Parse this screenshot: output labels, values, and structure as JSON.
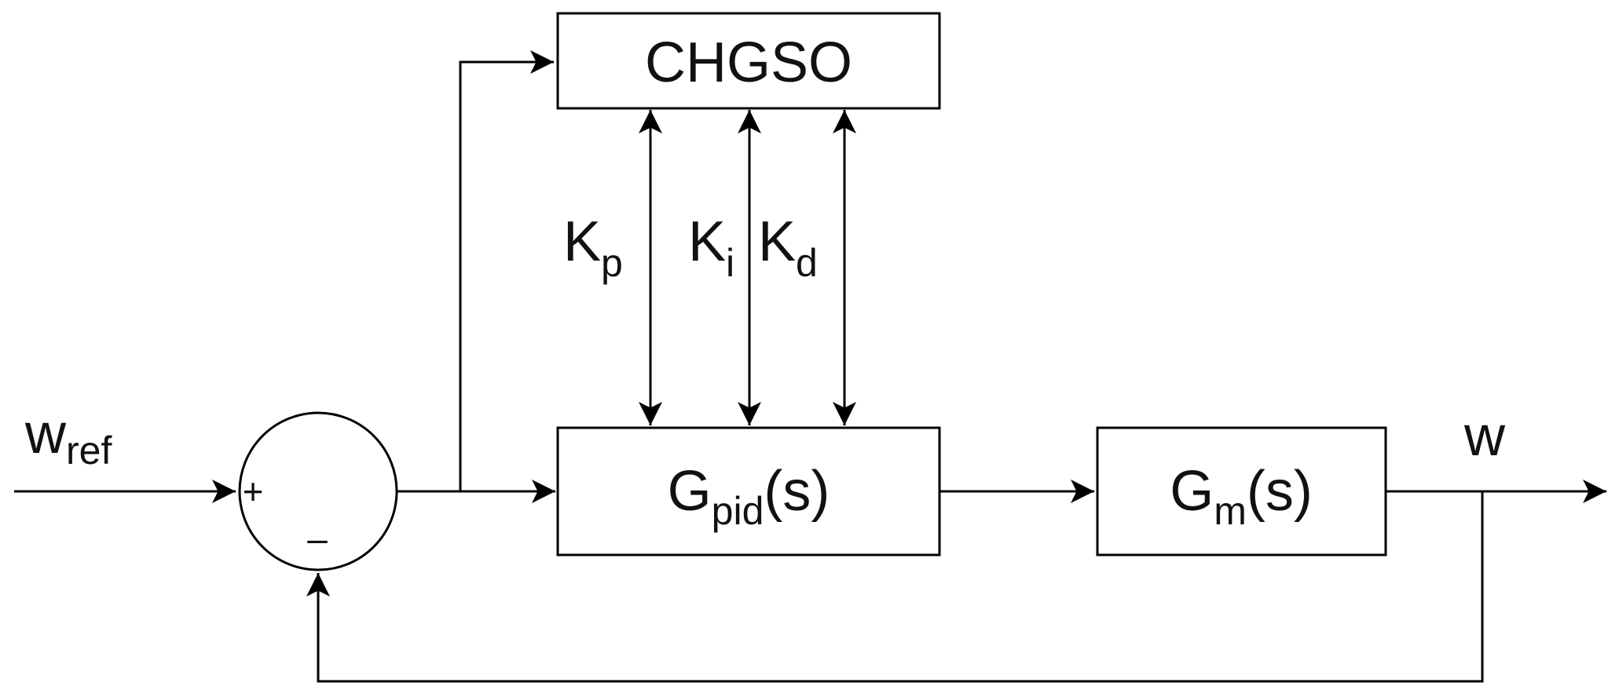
{
  "blocks": {
    "optimizer": {
      "label": "CHGSO"
    },
    "controller": {
      "main": "G",
      "sub": "pid",
      "arg": "(s)"
    },
    "motor": {
      "main": "G",
      "sub": "m",
      "arg": "(s)"
    }
  },
  "summing_junction": {
    "plus": "+",
    "minus": "–"
  },
  "signals": {
    "reference": {
      "main": "w",
      "sub": "ref"
    },
    "output": {
      "main": "w"
    },
    "gains": [
      {
        "main": "K",
        "sub": "p"
      },
      {
        "main": "K",
        "sub": "i"
      },
      {
        "main": "K",
        "sub": "d"
      }
    ]
  }
}
